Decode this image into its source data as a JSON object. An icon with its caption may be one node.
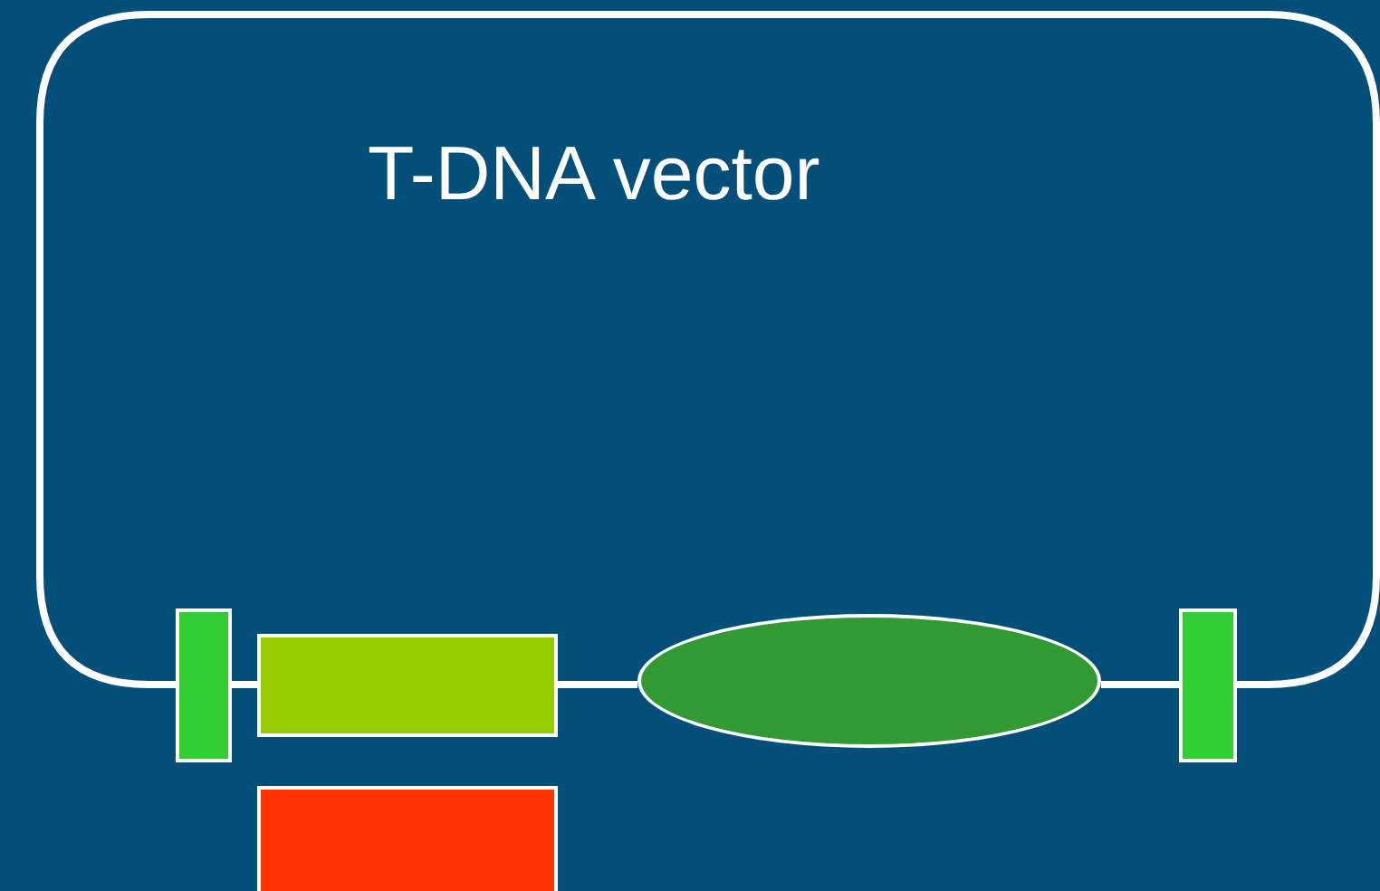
{
  "diagram": {
    "nodes": [
      {
        "text": [],
        "shape": "bar"
      },
      {
        "text": [],
        "shape": "box"
      },
      {
        "text": [],
        "shape": "ellipse"
      },
      {
        "text": [],
        "shape": "bar"
      },
      {
        "text": [],
        "shape": "box"
      }
    ],
    "edges": [
      {
        "from": 0,
        "to": 1,
        "arrow": "none"
      },
      {
        "from": 1,
        "to": 2,
        "arrow": "none"
      },
      {
        "from": 2,
        "to": 3,
        "arrow": "none"
      },
      {
        "from": 3,
        "to": 0,
        "arrow": "none"
      }
    ],
    "labels": [
      "T-DNA vector"
    ]
  }
}
